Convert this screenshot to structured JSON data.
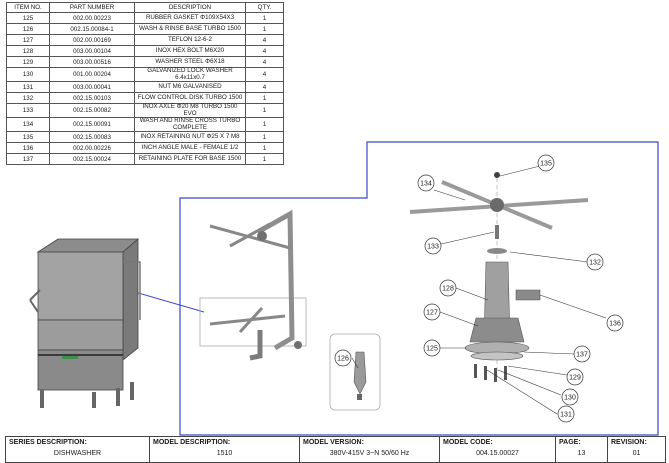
{
  "parts_table": {
    "headers": {
      "item": "ITEM NO.",
      "part_number": "PART NUMBER",
      "description": "DESCRIPTION",
      "qty": "QTY."
    },
    "rows": [
      {
        "item": "125",
        "part_number": "002.00.00223",
        "description": "RUBBER GASKET Φ109X54X3",
        "qty": "1"
      },
      {
        "item": "126",
        "part_number": "002.15.00084-1",
        "description": "WASH & RINSE BASE TURBO 1500",
        "qty": "1"
      },
      {
        "item": "127",
        "part_number": "002.00.00169",
        "description": "TEFLON 12-6-2",
        "qty": "4"
      },
      {
        "item": "128",
        "part_number": "003.00.00104",
        "description": "INOX HEX BOLT M6X20",
        "qty": "4"
      },
      {
        "item": "129",
        "part_number": "003.00.00516",
        "description": "WASHER STEEL Φ6X18",
        "qty": "4"
      },
      {
        "item": "130",
        "part_number": "001.00.00204",
        "description": "GALVANIZED LOCK WASHER 6.4x11x0.7",
        "qty": "4"
      },
      {
        "item": "131",
        "part_number": "003.00.00041",
        "description": "NUT M6 GALVANISED",
        "qty": "4"
      },
      {
        "item": "132",
        "part_number": "002.15.00103",
        "description": "FLOW CONTROL DISK TURBO 1500",
        "qty": "1"
      },
      {
        "item": "133",
        "part_number": "002.15.00082",
        "description": "INOX AXLE Φ20 M8 TURBO 1500 EVO",
        "qty": "1"
      },
      {
        "item": "134",
        "part_number": "002.15.00091",
        "description": "WASH AND RINSE CROSS TURBO COMPLETE",
        "qty": "1"
      },
      {
        "item": "135",
        "part_number": "002.15.00083",
        "description": "INOX RETAINING NUT Φ25 X 7 M8",
        "qty": "1"
      },
      {
        "item": "136",
        "part_number": "002.00.00226",
        "description": "INCH ANGLE MALE - FEMALE 1/2",
        "qty": "1"
      },
      {
        "item": "137",
        "part_number": "002.15.00024",
        "description": "RETAINING PLATE FOR BASE 1500",
        "qty": "1"
      }
    ]
  },
  "callouts": [
    "135",
    "134",
    "133",
    "132",
    "136",
    "128",
    "127",
    "125",
    "137",
    "129",
    "130",
    "131",
    "126"
  ],
  "footer": {
    "series_label": "SERIES DESCRIPTION:",
    "series_value": "DISHWASHER",
    "model_desc_label": "MODEL DESCRIPTION:",
    "model_desc_value": "1510",
    "version_label": "MODEL VERSION:",
    "version_value": "380V-415V 3~N 50/60 Hz",
    "code_label": "MODEL CODE:",
    "code_value": "004.15.00027",
    "page_label": "PAGE:",
    "page_value": "13",
    "revision_label": "REVISION:",
    "revision_value": "01"
  },
  "colors": {
    "frame_blue": "#3b48c9",
    "line": "#333333",
    "metal": "#9a9a9a",
    "metal_dark": "#5e5e5e"
  }
}
